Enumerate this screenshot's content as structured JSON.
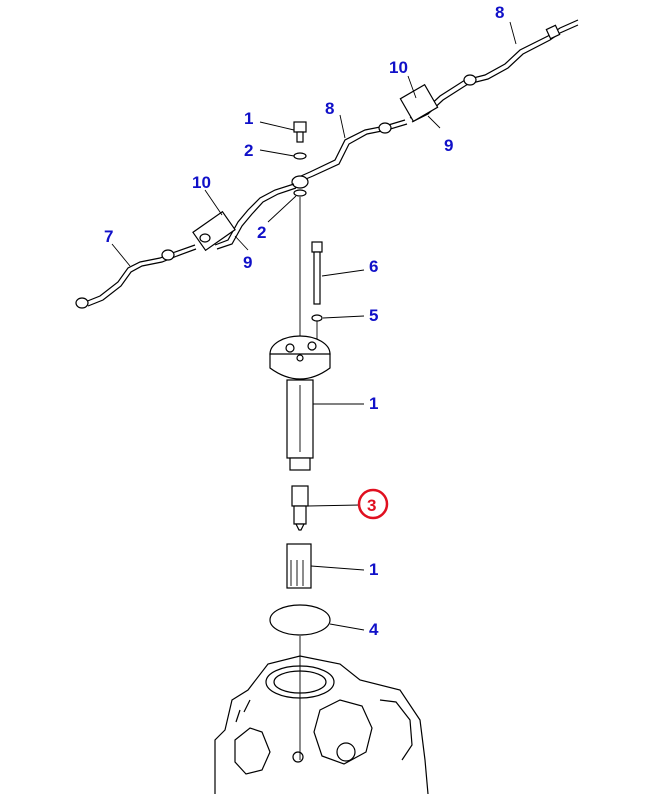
{
  "colors": {
    "label": "#1010c8",
    "highlight": "#e01020",
    "line": "#000000"
  },
  "labels": {
    "l8_top": "8",
    "l10_right": "10",
    "l9_right": "9",
    "l1_bolt": "1",
    "l2_top": "2",
    "l8_mid": "8",
    "l10_left": "10",
    "l2_mid": "2",
    "l9_left": "9",
    "l7": "7",
    "l6": "6",
    "l5": "5",
    "l1_holder": "1",
    "l3": "3",
    "l1_nut": "1",
    "l4": "4"
  }
}
